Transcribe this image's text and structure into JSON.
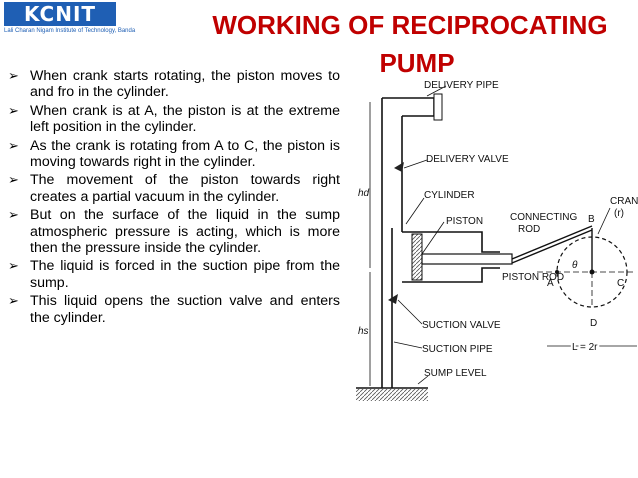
{
  "logo": {
    "text": "KCNIT",
    "subtitle": "Lali Charan Nigam Institute of Technology, Banda"
  },
  "title": {
    "line1": "WORKING OF RECIPROCATING",
    "line2": "PUMP"
  },
  "bullets": [
    "When crank starts rotating, the piston moves to and fro in the cylinder.",
    "When crank is at A, the piston is at the extreme left position in the cylinder.",
    "As the crank is rotating  from A to C, the piston is moving towards right in the cylinder.",
    "The movement of the piston towards right creates a partial vacuum in the cylinder.",
    "But on the surface of the liquid in the sump atmospheric pressure is acting, which is more then the pressure inside the cylinder.",
    "The liquid is forced in the suction pipe from the sump.",
    "This liquid opens the suction valve and enters the cylinder."
  ],
  "bullet_marker": "➢",
  "diagram": {
    "labels": {
      "delivery_pipe": "DELIVERY PIPE",
      "delivery_valve": "DELIVERY VALVE",
      "cylinder": "CYLINDER",
      "piston": "PISTON",
      "connecting_rod_1": "CONNECTING",
      "connecting_rod_2": "ROD",
      "crank": "CRANK",
      "crank_r": "(r)",
      "hd": "hd",
      "hs": "hs",
      "point_a": "A",
      "point_b": "B",
      "point_c": "C",
      "point_d": "D",
      "theta": "θ",
      "piston_rod": "PISTON ROD",
      "suction_valve": "SUCTION VALVE",
      "suction_pipe": "SUCTION PIPE",
      "stroke": "L = 2r",
      "sump_level": "SUMP LEVEL"
    }
  }
}
